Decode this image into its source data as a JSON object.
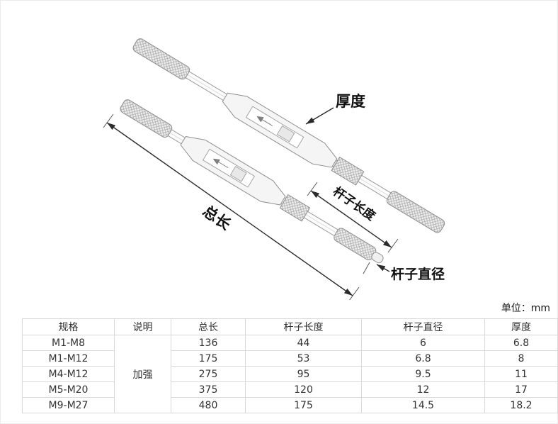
{
  "unit_label": "单位：mm",
  "diagram": {
    "labels": {
      "thickness": "厚度",
      "total_length": "总长",
      "rod_length": "杆子长度",
      "rod_diameter": "杆子直径"
    }
  },
  "table": {
    "headers": [
      "规格",
      "说明",
      "总长",
      "杆子长度",
      "杆子直径",
      "厚度"
    ],
    "note": "加强",
    "rows": [
      {
        "spec": "M1-M8",
        "total_length": "136",
        "rod_length": "44",
        "rod_diameter": "6",
        "thickness": "6.8"
      },
      {
        "spec": "M1-M12",
        "total_length": "175",
        "rod_length": "53",
        "rod_diameter": "6.8",
        "thickness": "8"
      },
      {
        "spec": "M4-M12",
        "total_length": "275",
        "rod_length": "95",
        "rod_diameter": "9.5",
        "thickness": "11"
      },
      {
        "spec": "M5-M20",
        "total_length": "375",
        "rod_length": "120",
        "rod_diameter": "12",
        "thickness": "17"
      },
      {
        "spec": "M9-M27",
        "total_length": "480",
        "rod_length": "175",
        "rod_diameter": "14.5",
        "thickness": "18.2"
      }
    ]
  }
}
